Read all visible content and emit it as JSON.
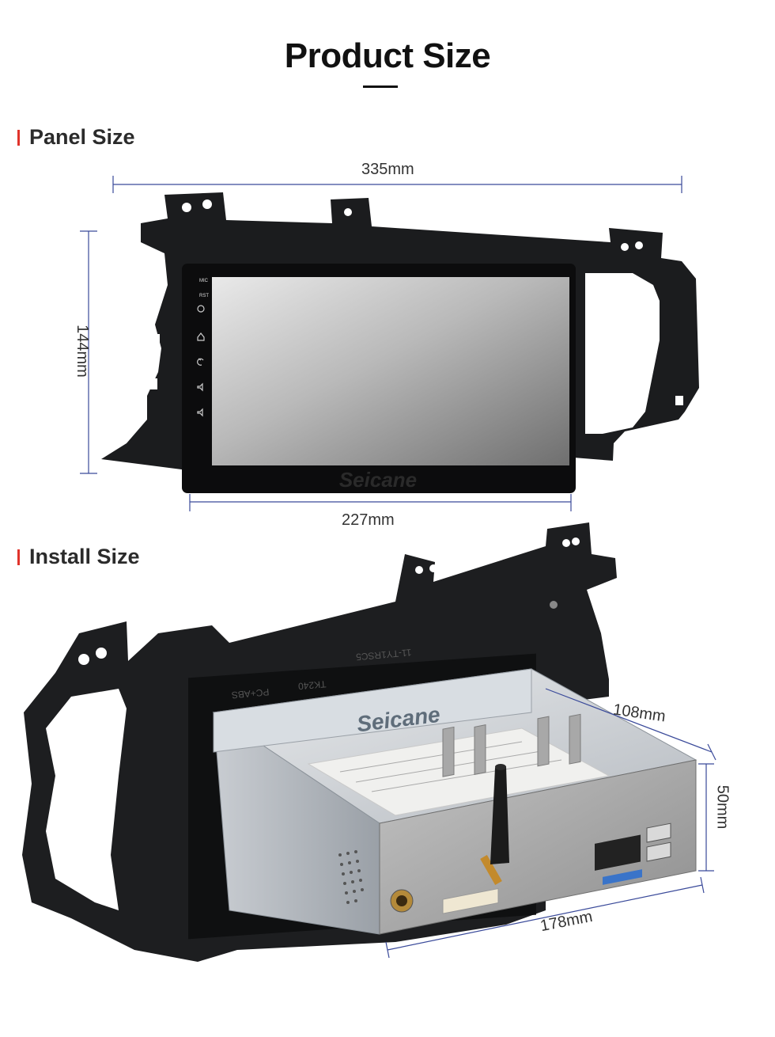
{
  "header": {
    "title": "Product Size"
  },
  "panel_section": {
    "heading": "Panel Size",
    "width_label": "335mm",
    "height_label": "144mm",
    "screen_width_label": "227mm",
    "screen_buttons": [
      "MIC",
      "RST"
    ],
    "brand_watermark": "Seicane"
  },
  "install_section": {
    "heading": "Install Size",
    "depth_label": "108mm",
    "height_label": "50mm",
    "width_label": "178mm",
    "chassis_brand": "Seicane",
    "frame_markings": [
      "PC+ABS",
      "TK240",
      "11-TY1RSC5"
    ]
  },
  "colors": {
    "accent": "#e0332b",
    "dimension_line": "#3a4a9a",
    "frame": "#1b1c1e"
  }
}
